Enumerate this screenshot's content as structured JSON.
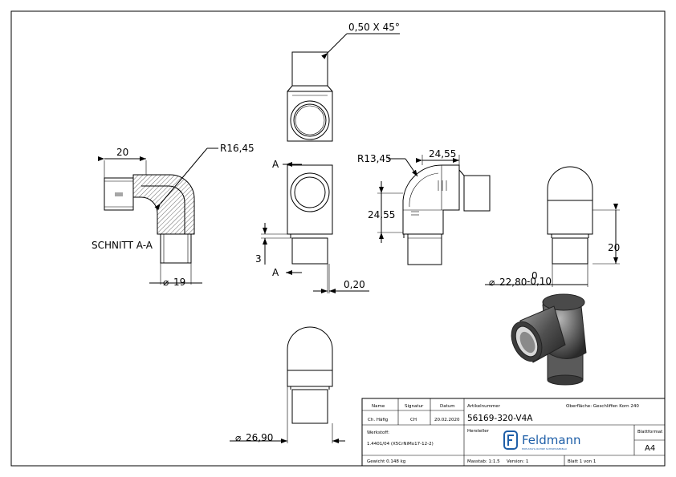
{
  "dimensions": {
    "chamfer": "0,50 X 45°",
    "length_20_left": "20",
    "radius_outer": "R16,45",
    "section_label": "SCHNITT A-A",
    "dia_19": "19",
    "section_marker_top": "A",
    "section_marker_bottom": "A",
    "dim_3": "3",
    "dim_020": "0,20",
    "radius_inner": "R13,45",
    "len_2455_h": "24,55",
    "len_2455_v": "24,55",
    "len_20_right": "20",
    "dia_2280": "22,80",
    "tol_upper": "0",
    "tol_lower": "-0,10",
    "dia_2690": "26,90",
    "diameter_symbol": "⌀"
  },
  "title_block": {
    "col_name": "Name",
    "col_signatur": "Signatur",
    "col_datum": "Datum",
    "name_value": "Ch. Häfig",
    "signatur_value": "CH",
    "datum_value": "20.02.2020",
    "artikel_label": "Artikelnummer",
    "artikel_value": "56169-320-V4A",
    "oberflaeche": "Oberfläche: Geschliffen Korn 240",
    "werkstoff_label": "Werkstoff:",
    "werkstoff_value": "1.4401/04 (X5CrNiMo17-12-2)",
    "hersteller_label": "Hersteller",
    "logo_text": "Feldmann",
    "logo_sub": "EDELSTAHL ROHRE SCHWEISSERBAU",
    "blattformat_label": "Blattformat",
    "blattformat_value": "A4",
    "gewicht": "Gewicht 0.148 kg",
    "massstab": "Masstab: 1:1.5",
    "version": "Version: 1",
    "blatt": "Blatt 1 von 1"
  },
  "colors": {
    "line": "#000000",
    "part_shading": "#555555",
    "logo_blue": "#1f5fa8"
  }
}
